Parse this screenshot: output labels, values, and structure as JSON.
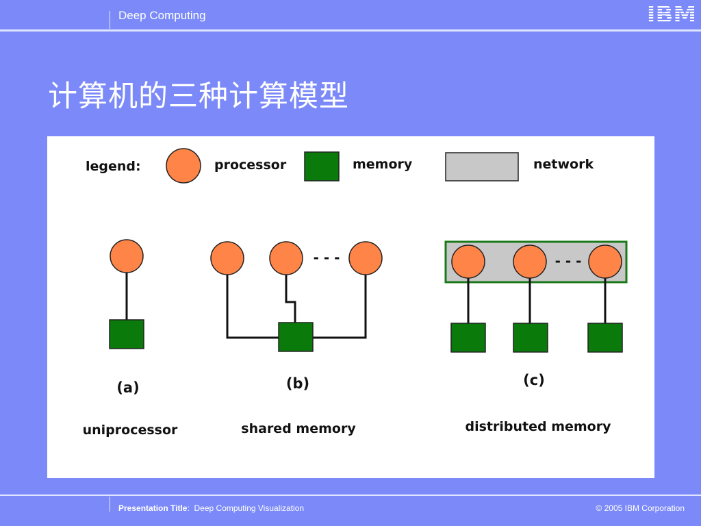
{
  "header": {
    "title": "Deep Computing",
    "logo": "IBM"
  },
  "slide": {
    "title": "计算机的三种计算模型"
  },
  "diagram": {
    "legend": {
      "label": "legend:",
      "processor": "processor",
      "memory": "memory",
      "network": "network"
    },
    "captions": {
      "a": "(a)",
      "b": "(b)",
      "c": "(c)"
    },
    "models": {
      "a": "uniprocessor",
      "b": "shared memory",
      "c": "distributed memory"
    },
    "ellipsis": "- - -",
    "colors": {
      "processor": "#ff8447",
      "memory": "#0a7a0a",
      "network": "#c8c8c8",
      "network_border": "#1a7a1a"
    }
  },
  "footer": {
    "presentation_label": "Presentation Title",
    "presentation_value": "Deep Computing Visualization",
    "copyright": "© 2005 IBM Corporation"
  }
}
